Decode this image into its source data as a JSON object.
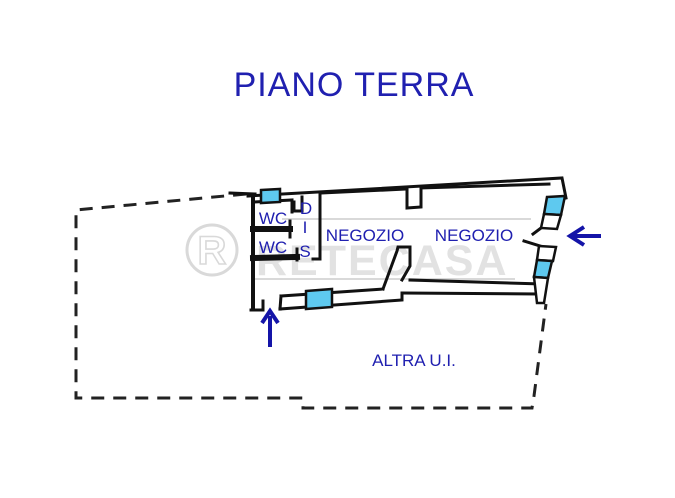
{
  "title": "PIANO TERRA",
  "plan": {
    "rooms": {
      "wc1": "WC",
      "wc2": "WC",
      "dis": {
        "d": "D",
        "i": "I",
        "s": "S"
      },
      "negozio1": "NEGOZIO",
      "negozio2": "NEGOZIO",
      "altra": "ALTRA U.I."
    },
    "icons": {
      "right_entrance": "left-arrow-icon",
      "bottom_entrance": "up-arrow-icon",
      "windows": "cyan-window-marker"
    }
  },
  "watermark": {
    "logo_letter": "R",
    "brand": "RETECASA"
  },
  "colors": {
    "label-blue": "#2020b0",
    "wall-black": "#111111",
    "window-cyan": "#5ec9ef",
    "arrow-blue": "#1414a8",
    "watermark-grey": "#d9d9d9",
    "boundary-black": "#222222"
  }
}
